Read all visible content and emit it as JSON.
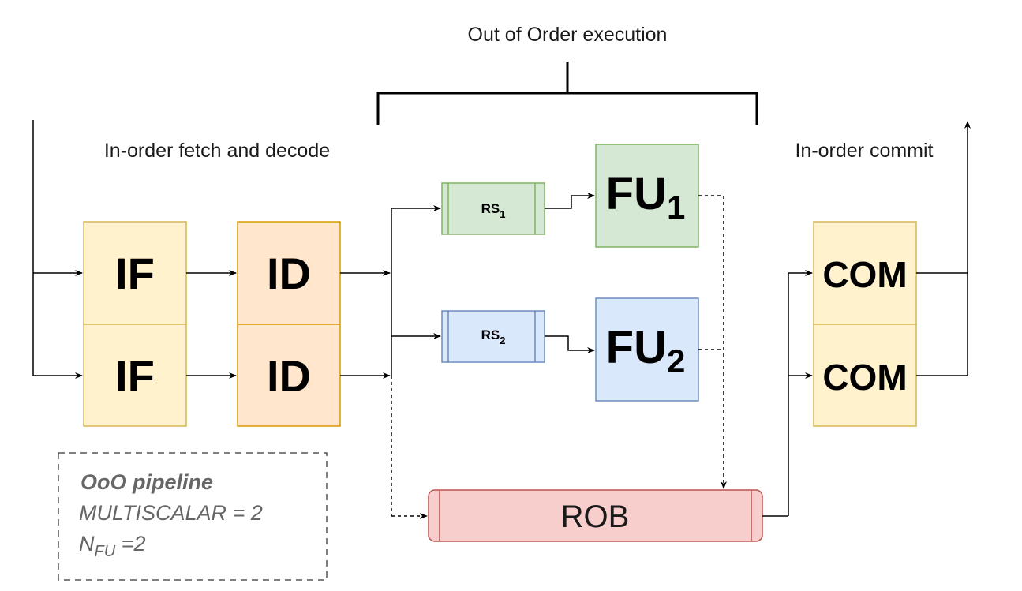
{
  "labels": {
    "ooo_execution": "Out of Order execution",
    "in_order_fetch": "In-order fetch and decode",
    "in_order_commit": "In-order commit"
  },
  "stages": {
    "if_top": "IF",
    "if_bottom": "IF",
    "id_top": "ID",
    "id_bottom": "ID",
    "com_top": "COM",
    "com_bottom": "COM",
    "rob": "ROB"
  },
  "reservation_stations": [
    {
      "base": "RS",
      "sub": "1",
      "fill": "#d5e8d4",
      "stroke": "#82b366"
    },
    {
      "base": "RS",
      "sub": "2",
      "fill": "#dae8fc",
      "stroke": "#6c8ebf"
    }
  ],
  "functional_units": [
    {
      "base": "FU",
      "sub": "1",
      "fill": "#d5e8d4",
      "stroke": "#82b366"
    },
    {
      "base": "FU",
      "sub": "2",
      "fill": "#dae8fc",
      "stroke": "#6c8ebf"
    }
  ],
  "note": {
    "title": "OoO pipeline",
    "line1": "MULTISCALAR = 2",
    "line2_base": "N",
    "line2_sub": "FU",
    "line2_tail": " =2"
  },
  "colors": {
    "if_fill": "#fff2cc",
    "if_stroke": "#d6b656",
    "id_fill": "#ffe6cc",
    "id_stroke": "#d79b00",
    "com_fill": "#fff2cc",
    "com_stroke": "#d6b656",
    "rob_fill": "#f8cecc",
    "rob_stroke": "#b85450"
  }
}
